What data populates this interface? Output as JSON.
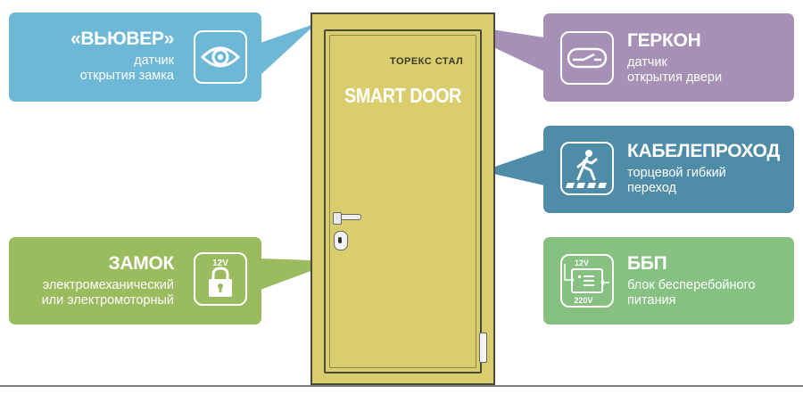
{
  "door": {
    "logo": "ТОРЕКС СТАЛ",
    "title": "SMART DOOR"
  },
  "callouts": {
    "viewer": {
      "title": "«ВЬЮВЕР»",
      "line1": "датчик",
      "line2": "открытия замка",
      "icon": "eye-icon",
      "color": "#6cb8d6"
    },
    "gerkon": {
      "title": "ГЕРКОН",
      "line1": "датчик",
      "line2": "открытия двери",
      "icon": "reed-switch-icon",
      "color": "#a790b6"
    },
    "cable": {
      "title": "КАБЕЛЕПРОХОД",
      "line1": "торцевой гибкий",
      "line2": "переход",
      "icon": "pedestrian-crossing-icon",
      "color": "#4f8ca7"
    },
    "lock": {
      "title": "ЗАМОК",
      "line1": "электромеханический",
      "line2": "или электромоторный",
      "icon": "padlock-icon",
      "icon_label": "12V",
      "color": "#9bbb5f"
    },
    "ups": {
      "title": "ББП",
      "line1": "блок бесперебойного",
      "line2": "питания",
      "icon": "power-supply-icon",
      "icon_top": "12V",
      "icon_bottom": "220V",
      "color": "#86c181"
    }
  }
}
